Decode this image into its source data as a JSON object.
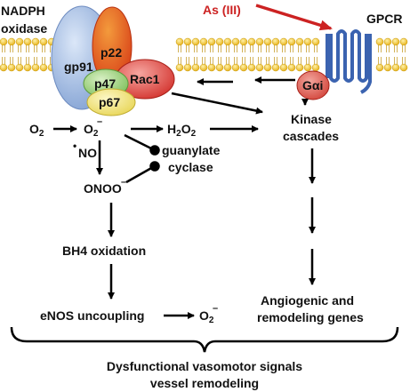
{
  "labels": {
    "nadph_line1": "NADPH",
    "nadph_line2": "oxidase",
    "arsenic": "As (III)",
    "gpcr": "GPCR",
    "gp91": "gp91",
    "p22": "p22",
    "p47": "p47",
    "p67": "p67",
    "rac1": "Rac1",
    "galpha_i": "Gαi",
    "o2": "O2",
    "superoxide": "O2",
    "superoxide_charge": "–",
    "h2o2": "H2O2",
    "kinase_line1": "Kinase",
    "kinase_line2": "cascades",
    "no_dot": "•",
    "no": "NO",
    "guanylate_line1": "guanylate",
    "guanylate_line2": "cyclase",
    "onoo": "ONOO",
    "onoo_charge": "–",
    "bh4": "BH4 oxidation",
    "enos": "eNOS uncoupling",
    "superoxide2": "O2",
    "superoxide2_charge": "–",
    "angio_line1": "Angiogenic and",
    "angio_line2": "remodeling genes",
    "outcome_line1": "Dysfunctional vasomotor signals",
    "outcome_line2": "vessel remodeling"
  },
  "colors": {
    "gp91": "#8fb0de",
    "p22": "#e05a1f",
    "p47": "#8fc96a",
    "p67": "#f0e06a",
    "rac1": "#d8322a",
    "galpha_i": "#d8453a",
    "gpcr_helix": "#3b63b0",
    "membrane_head": "#f2c12e",
    "arsenic": "#cc2222"
  }
}
